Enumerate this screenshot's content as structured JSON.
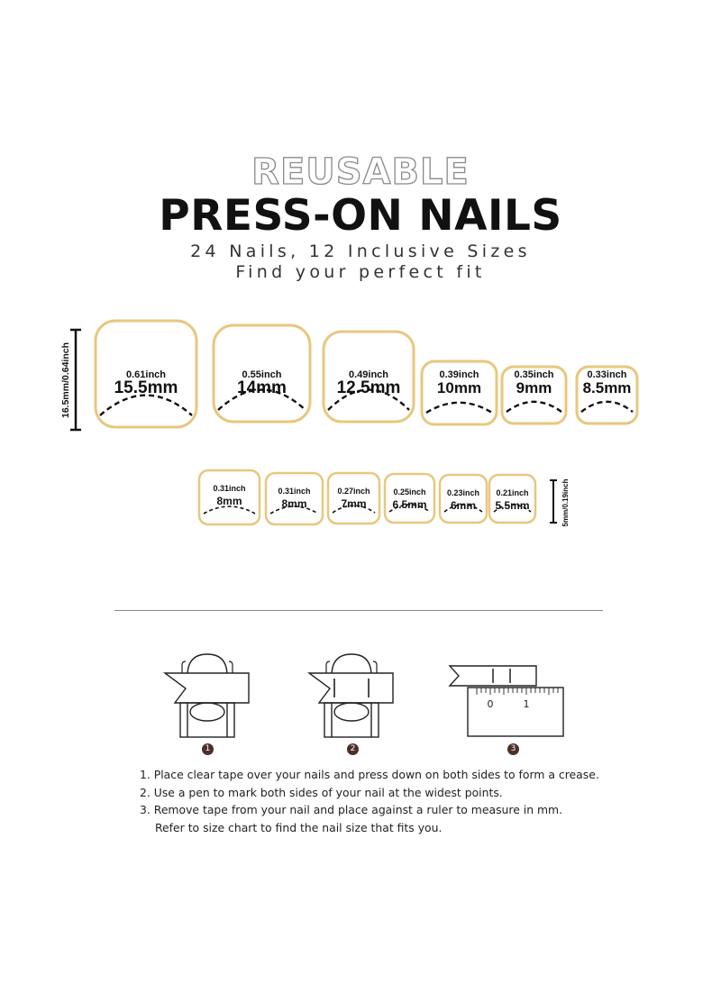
{
  "heading": {
    "outline_word": "REUSABLE",
    "title": "PRESS-ON NAILS",
    "subtitle_line1": "24 Nails, 12 Inclusive Sizes",
    "subtitle_line2": "Find your perfect fit"
  },
  "size_chart": {
    "large_row": [
      {
        "inch": "0.61inch",
        "mm": "15.5mm"
      },
      {
        "inch": "0.55inch",
        "mm": "14mm"
      },
      {
        "inch": "0.49inch",
        "mm": "12.5mm"
      },
      {
        "inch": "0.39inch",
        "mm": "10mm"
      },
      {
        "inch": "0.35inch",
        "mm": "9mm"
      },
      {
        "inch": "0.33inch",
        "mm": "8.5mm"
      }
    ],
    "small_row": [
      {
        "inch": "0.31inch",
        "mm": "8mm"
      },
      {
        "inch": "0.31inch",
        "mm": "8mm"
      },
      {
        "inch": "0.27inch",
        "mm": "7mm"
      },
      {
        "inch": "0.25inch",
        "mm": "6.5mm"
      },
      {
        "inch": "0.23inch",
        "mm": "6mm"
      },
      {
        "inch": "0.21inch",
        "mm": "5.5mm"
      }
    ],
    "large_length_label": "16.5mm/0.64inch",
    "small_length_label": "5mm/0.19inch",
    "outline_color": "#e8c77e"
  },
  "steps": {
    "badges": [
      "1",
      "2",
      "3"
    ],
    "ruler_numbers": [
      "0",
      "1"
    ],
    "badge_color": "#4a3028",
    "instructions": [
      "1. Place clear tape over your nails and press down on both sides to form a crease.",
      "2. Use a pen to mark both sides of your nail at the widest points.",
      "3. Remove tape from your nail and place against a ruler to measure in mm.",
      "Refer to size chart to find the nail size that fits you."
    ]
  }
}
